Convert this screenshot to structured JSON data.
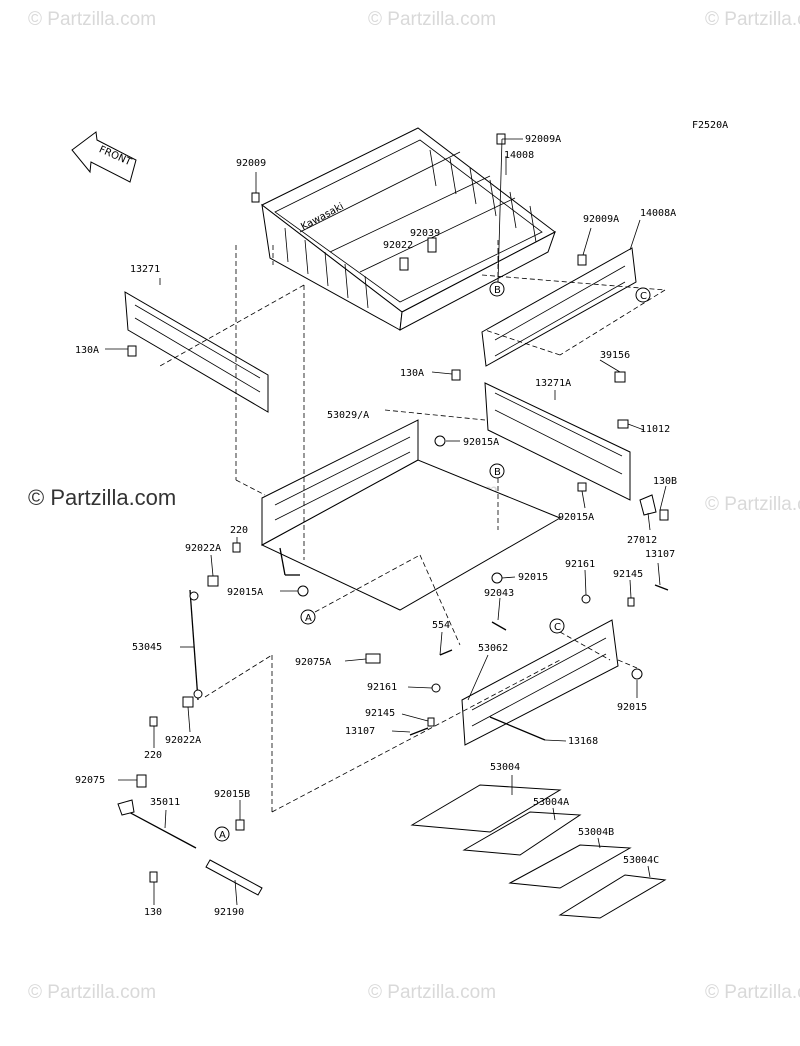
{
  "diagram_code": "F2520A",
  "front_label": "FRONT",
  "watermark_text": "© Partzilla.com",
  "brand_text": "Kawasaki",
  "callouts": {
    "a": "A",
    "b": "B",
    "c": "C"
  },
  "part_labels": {
    "p92009": "92009",
    "p92009A_top": "92009A",
    "p14008": "14008",
    "p92009A_right": "92009A",
    "p14008A": "14008A",
    "p13271": "13271",
    "p92022": "92022",
    "p92039": "92039",
    "p130A_left": "130A",
    "p39156": "39156",
    "p130A_right": "130A",
    "p13271A": "13271A",
    "p53029A": "53029/A",
    "p92015A_top": "92015A",
    "p11012": "11012",
    "p130B": "130B",
    "p92015A_mid": "92015A",
    "p27012": "27012",
    "p220_top": "220",
    "p92022A_top": "92022A",
    "p13107_right": "13107",
    "p92161_right": "92161",
    "p92145_right": "92145",
    "p92015": "92015",
    "p92015A_left": "92015A",
    "p92043": "92043",
    "p53045": "53045",
    "p554": "554",
    "p92075A": "92075A",
    "p53062": "53062",
    "p92161_left": "92161",
    "p92015_right": "92015",
    "p92145_left": "92145",
    "p13107_left": "13107",
    "p13168": "13168",
    "p92022A_bottom": "92022A",
    "p220_bottom": "220",
    "p53004": "53004",
    "p92075": "92075",
    "p53004A": "53004A",
    "p35011": "35011",
    "p92015B": "92015B",
    "p53004B": "53004B",
    "p53004C": "53004C",
    "p130": "130",
    "p92190": "92190"
  }
}
